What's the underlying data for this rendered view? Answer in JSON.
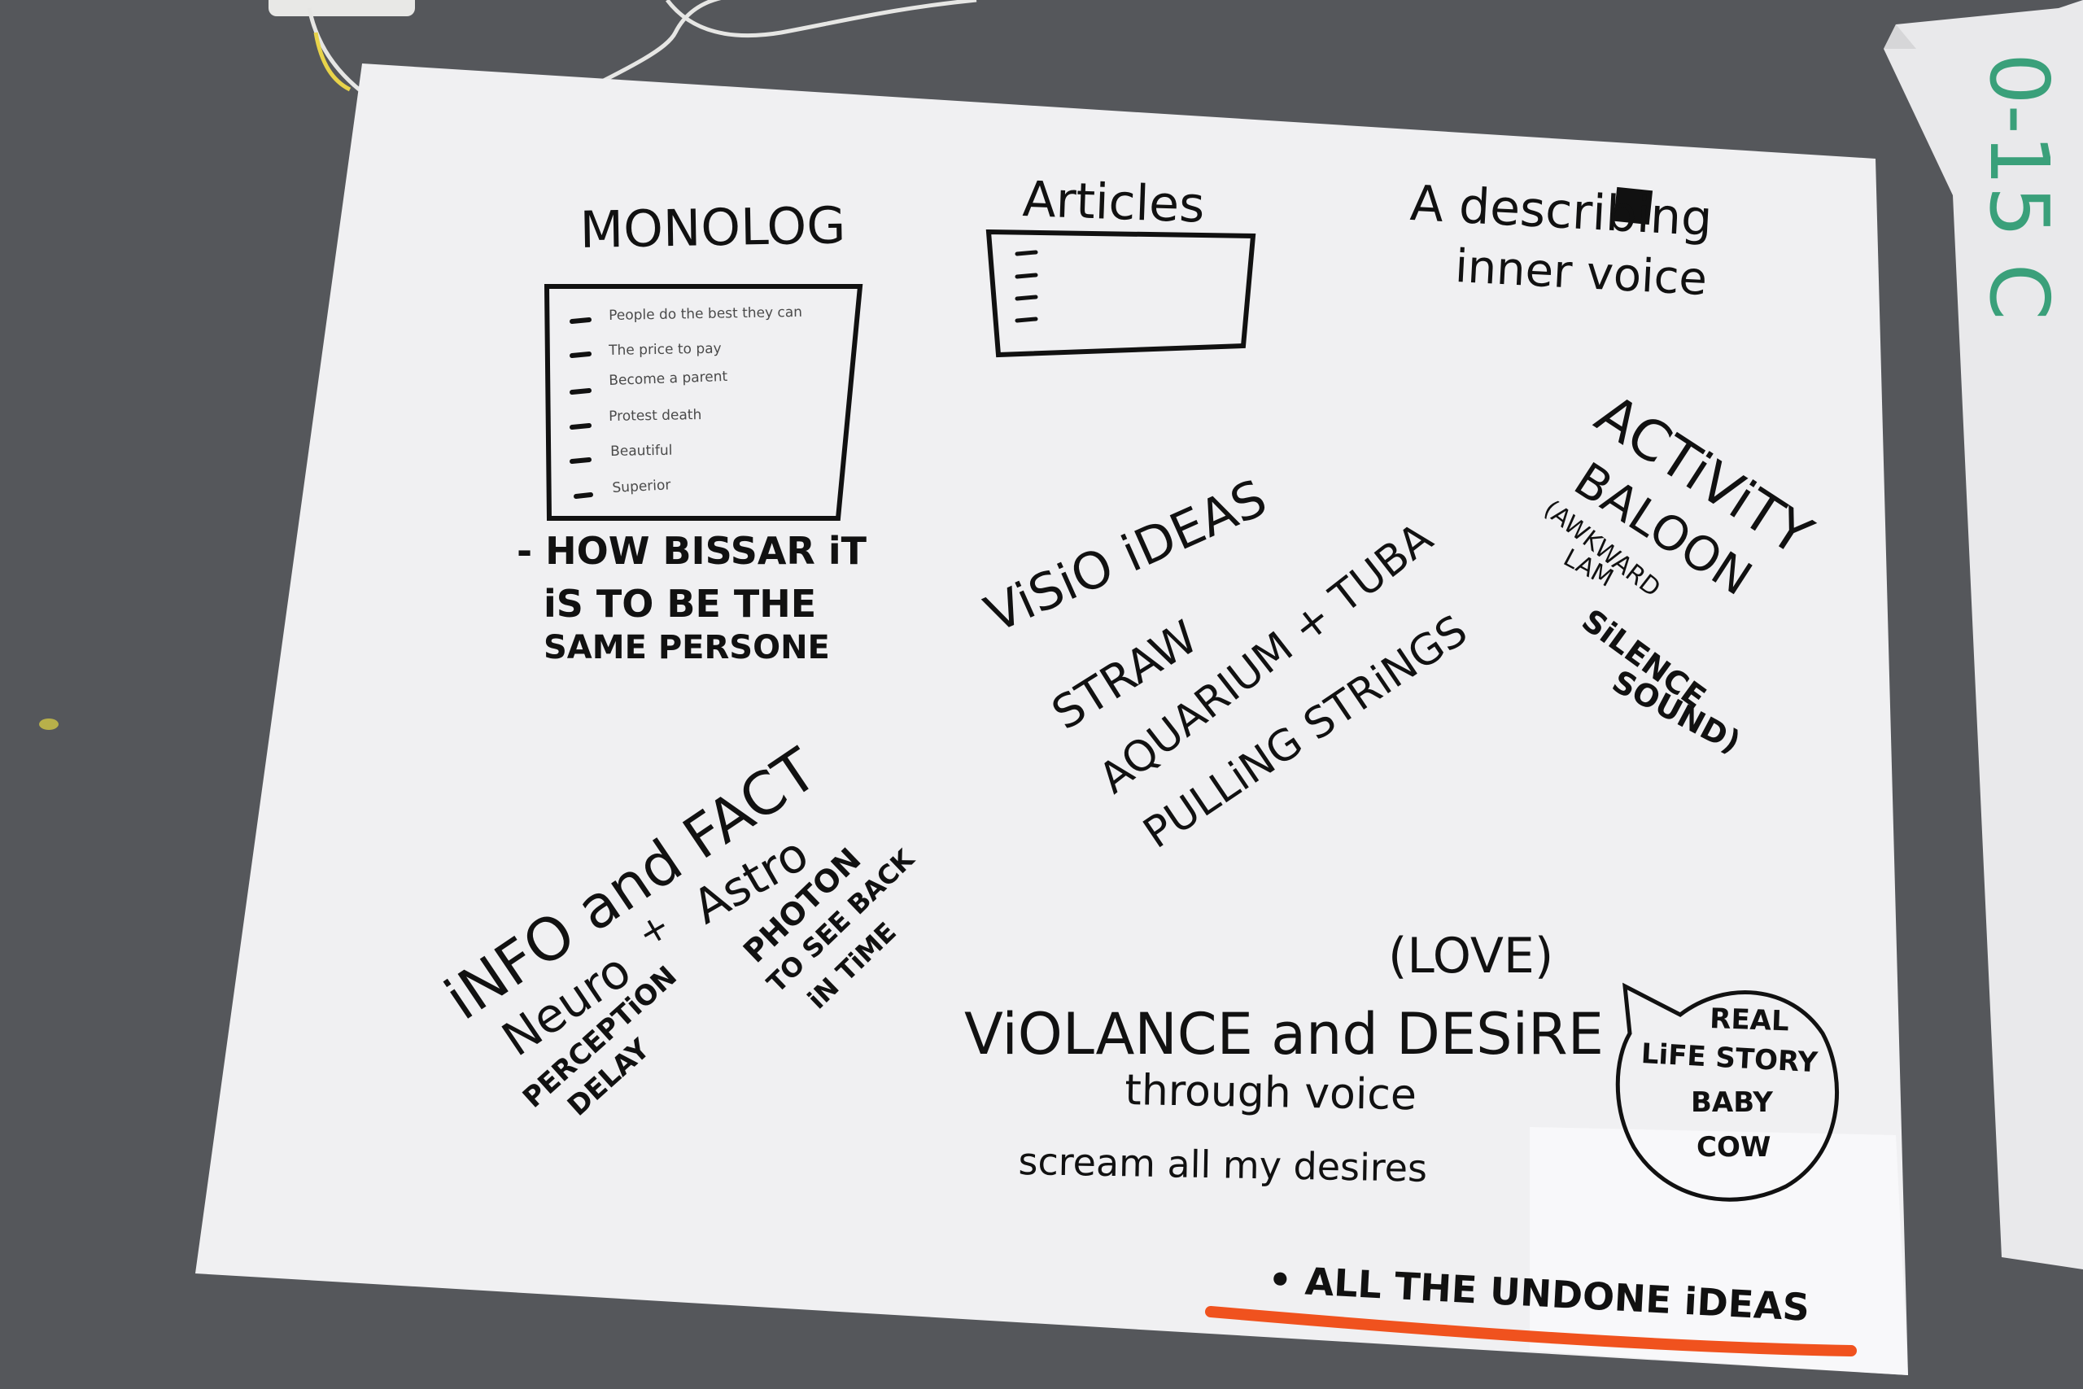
{
  "colors": {
    "table": "#55575b",
    "paper": "#f0f0f2",
    "ink": "#111111",
    "orange_line": "#f0521e",
    "green_marker": "#3aa07a"
  },
  "sheet": {
    "monolog": {
      "title": "MONOLOG",
      "list_items": [
        "People do the best they can",
        "The price to pay",
        "Become a parent",
        "Protest death",
        "Beautiful",
        "Superior"
      ],
      "note_lines": [
        "- HOW BISSAR iT",
        "iS TO BE THE",
        "SAME PERSONE"
      ]
    },
    "articles": {
      "title": "Articles"
    },
    "describing": {
      "lines": [
        "A describing",
        "inner voice"
      ]
    },
    "activity": {
      "title": "ACTiViTY",
      "lines": [
        "BALOON",
        "(AWKWARD",
        "LAM",
        "SiLENCE",
        "SOUND)"
      ]
    },
    "visio": {
      "title": "ViSiO iDEAS",
      "lines": [
        "STRAW",
        "AQUARIUM + TUBA",
        "PULLiNG STRiNGS"
      ]
    },
    "info": {
      "title": "iNFO and FACT",
      "neuro": "Neuro",
      "plus": "+",
      "astro": "Astro",
      "perception": [
        "PERCEPTiON",
        "DELAY"
      ],
      "photon": [
        "PHOTON",
        "TO SEE BACK",
        "iN TiME"
      ]
    },
    "violance": {
      "love": "(LOVE)",
      "title": "ViOLANCE and DESiRE",
      "sub": "through voice",
      "scream": "scream all my desires"
    },
    "bubble": {
      "lines": [
        "REAL",
        "LiFE STORY",
        "BABY",
        "COW"
      ]
    },
    "undone": "• ALL THE UNDONE iDEAS"
  },
  "side_sheet": {
    "number": "0-15 C"
  }
}
